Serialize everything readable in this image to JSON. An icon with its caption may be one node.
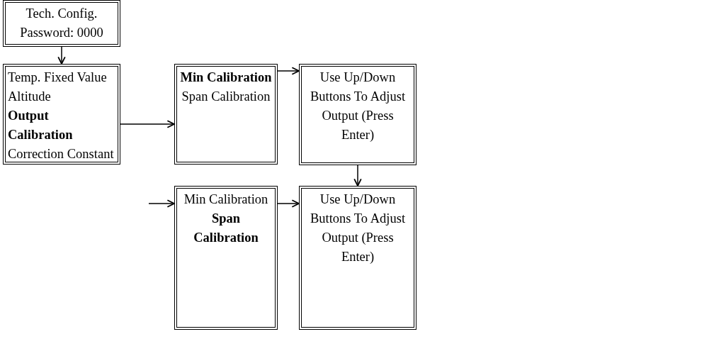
{
  "diagram": {
    "nodes": [
      {
        "text": [
          "Tech. Config.",
          "Password: 0000"
        ]
      },
      {
        "text": [
          "Temp. Fixed Value",
          "Altitude",
          "**Output Calibration**",
          "Correction Constant"
        ]
      },
      {
        "text": [
          "**Min Calibration**",
          "Span Calibration"
        ]
      },
      {
        "text": [
          "Use Up/Down Buttons To Adjust Output (Press Enter)"
        ]
      },
      {
        "text": [
          "Min Calibration",
          "**Span Calibration**"
        ]
      },
      {
        "text": [
          "Use Up/Down Buttons To Adjust Output (Press Enter)"
        ]
      }
    ],
    "edges": [
      {
        "from": 0,
        "to": 1,
        "arrow": "to"
      },
      {
        "from": 1,
        "to": 2,
        "arrow": "to"
      },
      {
        "from": 2,
        "to": 3,
        "arrow": "to"
      },
      {
        "from": 3,
        "to": 5,
        "arrow": "to"
      },
      {
        "from": null,
        "to": 4,
        "arrow": "to"
      },
      {
        "from": 4,
        "to": 5,
        "arrow": "to"
      }
    ]
  }
}
